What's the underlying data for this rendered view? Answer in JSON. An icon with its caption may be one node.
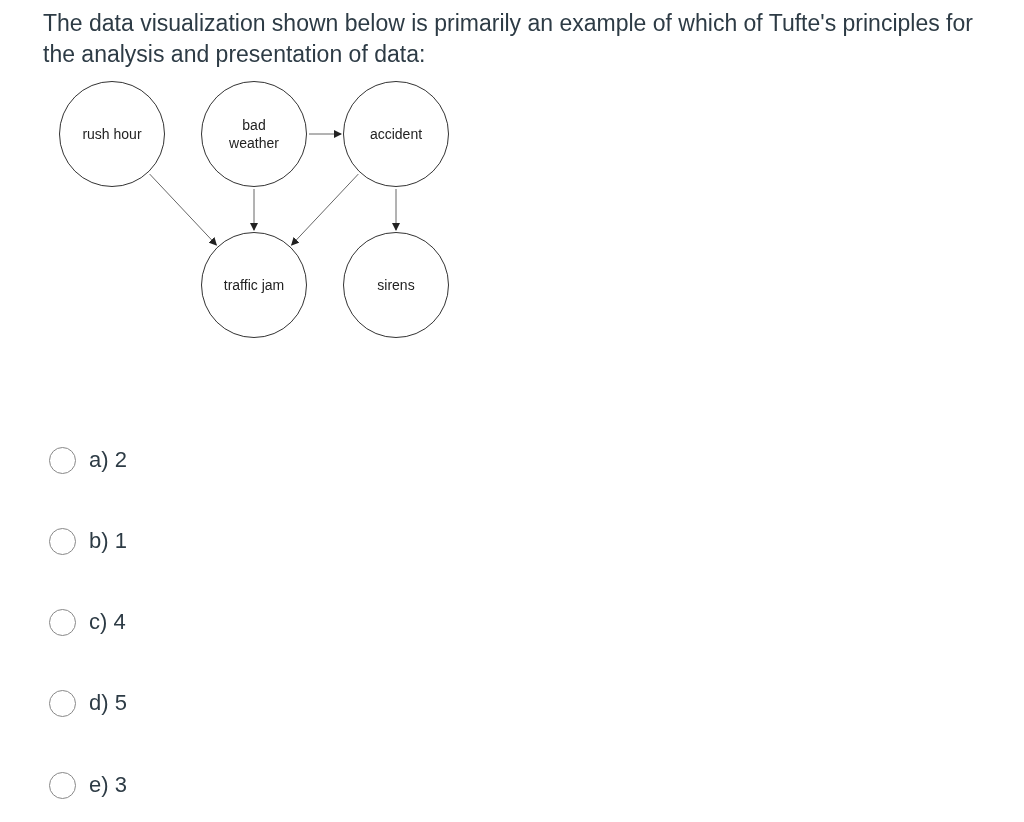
{
  "diagram": {
    "title": "The data visualization shown below is primarily an example of which of Tufte's principles for the analysis and presentation of data:",
    "nodes": [
      {
        "text": [
          "rush hour"
        ]
      },
      {
        "text": [
          "bad weather"
        ]
      },
      {
        "text": [
          "accident"
        ]
      },
      {
        "text": [
          "traffic jam"
        ]
      },
      {
        "text": [
          "sirens"
        ]
      }
    ],
    "edges": [
      {
        "from": 0,
        "to": 3,
        "arrow": "to"
      },
      {
        "from": 1,
        "to": 3,
        "arrow": "to"
      },
      {
        "from": 2,
        "to": 3,
        "arrow": "to"
      },
      {
        "from": 1,
        "to": 2,
        "arrow": "to"
      },
      {
        "from": 2,
        "to": 4,
        "arrow": "to"
      }
    ],
    "labels": [
      "a) 2",
      "b) 1",
      "c) 4",
      "d) 5",
      "e) 3"
    ]
  }
}
